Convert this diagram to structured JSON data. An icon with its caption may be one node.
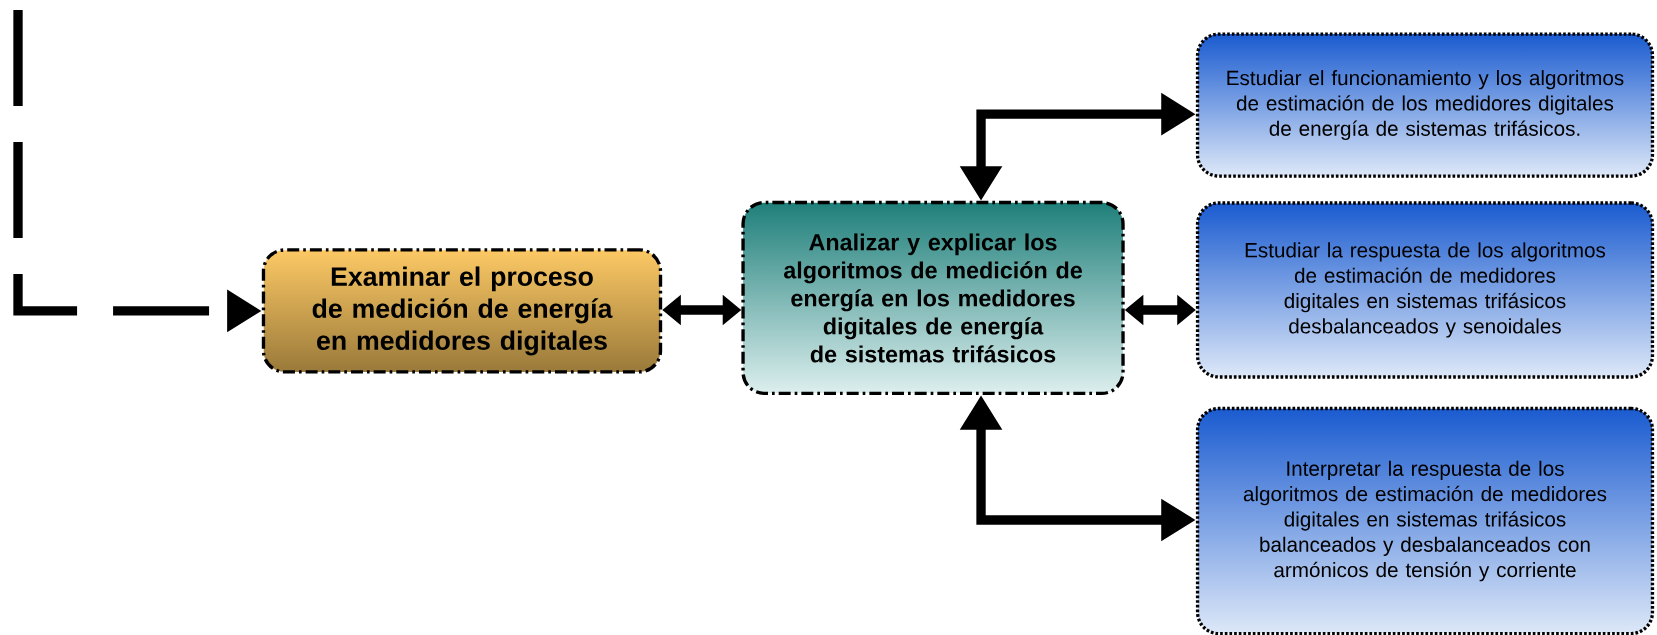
{
  "diagram": {
    "nodes": [
      {
        "text": [
          "Examinar el proceso de medición de energía en medidores digitales"
        ]
      },
      {
        "text": [
          "Analizar y explicar los algoritmos de medición de energía en los medidores digitales de energía de sistemas trifásicos"
        ]
      },
      {
        "text": [
          "Estudiar el funcionamiento y los algoritmos de estimación de los medidores digitales de energía de sistemas trifásicos."
        ]
      },
      {
        "text": [
          "Estudiar la respuesta de los algoritmos de estimación de medidores digitales en sistemas trifásicos desbalanceados y senoidales"
        ]
      },
      {
        "text": [
          "Interpretar la respuesta de los algoritmos de estimación de medidores digitales en sistemas trifásicos balanceados y desbalanceados con armónicos de tensión y corriente"
        ]
      }
    ],
    "edges": [
      {
        "from": null,
        "to": 0,
        "arrow": "to",
        "style": "dashed"
      },
      {
        "from": 0,
        "to": 1,
        "arrow": "both"
      },
      {
        "from": 1,
        "to": 2,
        "arrow": "both"
      },
      {
        "from": 1,
        "to": 3,
        "arrow": "both"
      },
      {
        "from": 1,
        "to": 4,
        "arrow": "both"
      }
    ]
  }
}
